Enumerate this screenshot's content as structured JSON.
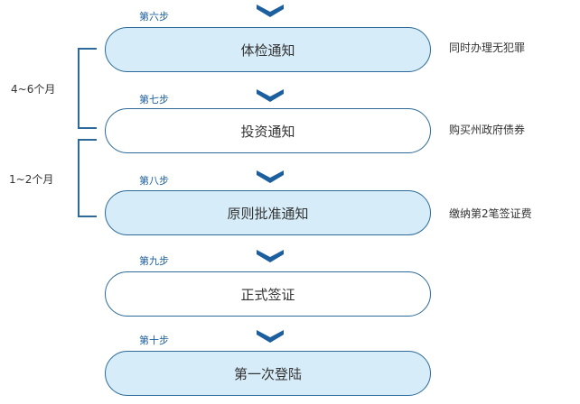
{
  "steps": [
    {
      "step_label": "第六步",
      "box_label": "体检通知",
      "note": "同时办理无犯罪"
    },
    {
      "step_label": "第七步",
      "box_label": "投资通知",
      "note": "购买州政府债券"
    },
    {
      "step_label": "第八步",
      "box_label": "原则批准通知",
      "note": "缴纳第2笔签证费"
    },
    {
      "step_label": "第九步",
      "box_label": "正式签证",
      "note": ""
    },
    {
      "step_label": "第十步",
      "box_label": "第一次登陆",
      "note": ""
    }
  ],
  "durations": [
    {
      "label": "4~6个月"
    },
    {
      "label": "1~2个月"
    }
  ],
  "colors": {
    "accent": "#1c5f9e",
    "box_border": "#2d6a99",
    "box_fill_blue": "#d6ecf8",
    "box_fill_white": "#ffffff",
    "text": "#333333"
  }
}
